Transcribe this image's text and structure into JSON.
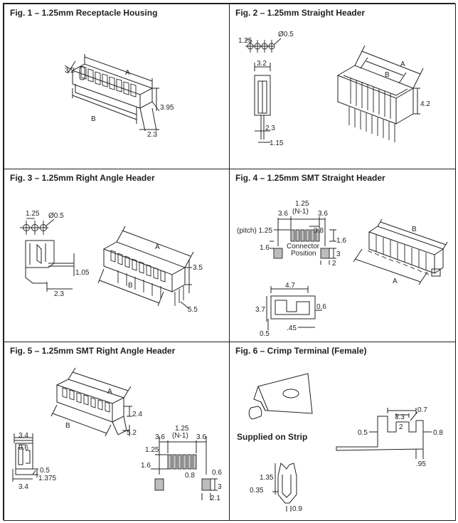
{
  "figures": [
    {
      "title": "Fig. 1 – 1.25mm Receptacle Housing",
      "labels": {
        "a": "A",
        "b": "B",
        "d1": "3.2",
        "d2": "3.95",
        "d3": "2.3"
      }
    },
    {
      "title": "Fig. 2 – 1.25mm Straight Header",
      "labels": {
        "pitch": "1.25",
        "hole": "Ø0.5",
        "a": "A",
        "b": "B",
        "d1": "3.2",
        "d2": "4.2",
        "d3": "2.3",
        "d4": "1.15"
      }
    },
    {
      "title": "Fig. 3 – 1.25mm Right Angle Header",
      "labels": {
        "pitch": "1.25",
        "hole": "Ø0.5",
        "a": "A",
        "b": "B",
        "d1": "3.5",
        "d2": "5.5",
        "d3": "1.05",
        "d4": "2.3"
      }
    },
    {
      "title": "Fig. 4 – 1.25mm SMT Straight Header",
      "labels": {
        "d1": "1.25",
        "d2": "(N-1)",
        "d3": "3.6",
        "d4": "3.6",
        "d5": "(pitch) 1.25",
        "d6": "0.8",
        "d7": "1.6",
        "d8": "1.6",
        "d9": "3",
        "d10": "2",
        "conn1": "Connector",
        "conn2": "Position",
        "d11": "4.7",
        "d12": "3.7",
        "d13": "0.6",
        "d14": "0.5",
        "d15": ".45",
        "a": "A",
        "b": "B"
      }
    },
    {
      "title": "Fig. 5 – 1.25mm SMT Right Angle Header",
      "labels": {
        "a": "A",
        "b": "B",
        "d1": "2.4",
        "d2": "5.2",
        "d3": "3.4",
        "d4": "0.6",
        "d5": "0.5",
        "d6": "1.375",
        "d7": "3.4",
        "d8": "1.25",
        "d9": "(N-1)",
        "d10": "3.6",
        "d11": "3.6",
        "d12": "1.25",
        "d13": "1.6",
        "d14": "0.8",
        "d15": "0.6",
        "d16": "3",
        "d17": "2.1"
      }
    },
    {
      "title": "Fig. 6 – Crimp Terminal (Female)",
      "labels": {
        "strip": "Supplied on Strip",
        "d1": "3.3",
        "d2": "0.7",
        "d3": "2",
        "d4": "0.5",
        "d5": "0.8",
        "d6": ".95",
        "d7": "1.35",
        "d8": "0.35",
        "d9": "0.9"
      }
    }
  ]
}
